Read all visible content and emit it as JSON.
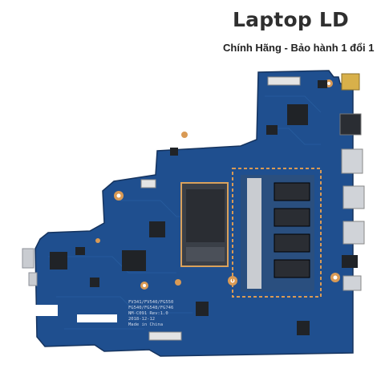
{
  "brand": {
    "title": "Laptop LD",
    "tagline": "Chính Hãng - Bảo hành 1 đổi 1"
  },
  "board": {
    "silkscreen_lines": [
      "FV341/FV540/FG550",
      "FG540/FG548/FG746",
      "NM-C091 Rev:1.0",
      "Made in China"
    ],
    "date_code": "2018-12-12"
  },
  "colors": {
    "pcb": "#1f4f8f",
    "pcb_dark": "#173d73",
    "gold": "#d99a55",
    "silver": "#c9ccd1",
    "cpu_die": "#2a2d33",
    "black_chip": "#202327"
  }
}
